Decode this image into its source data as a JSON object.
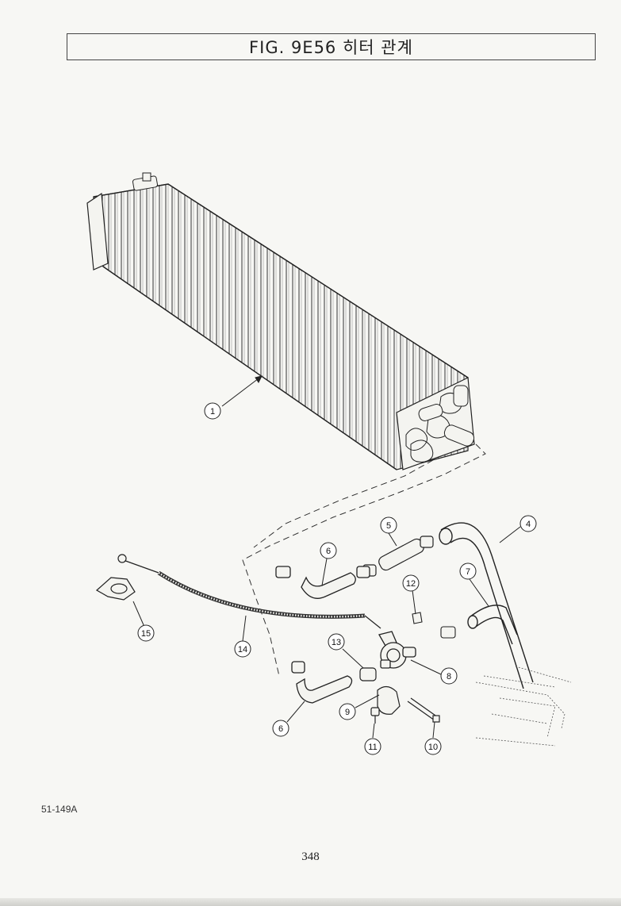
{
  "title": "FIG. 9E56 히터 관계",
  "figure_code": "51-149A",
  "page_number": "348",
  "callouts": [
    "1",
    "4",
    "5",
    "6",
    "6",
    "7",
    "8",
    "9",
    "10",
    "11",
    "12",
    "13",
    "14",
    "15"
  ]
}
